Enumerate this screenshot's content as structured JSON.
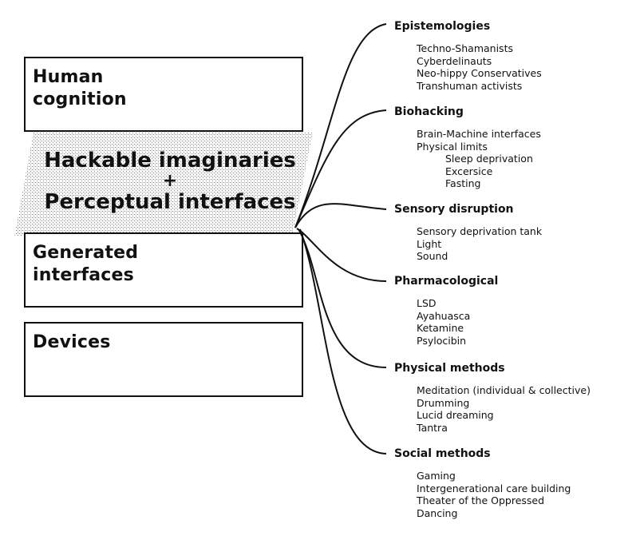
{
  "left_boxes": {
    "human_cognition": "Human\ncognition",
    "generated_interfaces": "Generated\ninterfaces",
    "devices": "Devices"
  },
  "band": {
    "line1": "Hackable imaginaries",
    "plus": "+",
    "line2": "Perceptual interfaces"
  },
  "categories": [
    {
      "title": "Epistemologies",
      "items": [
        {
          "text": "Techno-Shamanists",
          "level": 1
        },
        {
          "text": "Cyberdelinauts",
          "level": 1
        },
        {
          "text": "Neo-hippy Conservatives",
          "level": 1
        },
        {
          "text": "Transhuman activists",
          "level": 1
        }
      ]
    },
    {
      "title": "Biohacking",
      "items": [
        {
          "text": "Brain-Machine interfaces",
          "level": 1
        },
        {
          "text": "Physical limits",
          "level": 1
        },
        {
          "text": "Sleep deprivation",
          "level": 2
        },
        {
          "text": "Excersice",
          "level": 2
        },
        {
          "text": "Fasting",
          "level": 2
        }
      ]
    },
    {
      "title": "Sensory disruption",
      "items": [
        {
          "text": "Sensory deprivation tank",
          "level": 1
        },
        {
          "text": "Light",
          "level": 1
        },
        {
          "text": "Sound",
          "level": 1
        }
      ]
    },
    {
      "title": "Pharmacological",
      "items": [
        {
          "text": "LSD",
          "level": 1
        },
        {
          "text": "Ayahuasca",
          "level": 1
        },
        {
          "text": "Ketamine",
          "level": 1
        },
        {
          "text": "Psylocibin",
          "level": 1
        }
      ]
    },
    {
      "title": "Physical methods",
      "items": [
        {
          "text": "Meditation (individual & collective)",
          "level": 1
        },
        {
          "text": "Drumming",
          "level": 1
        },
        {
          "text": "Lucid dreaming",
          "level": 1
        },
        {
          "text": "Tantra",
          "level": 1
        }
      ]
    },
    {
      "title": "Social methods",
      "items": [
        {
          "text": "Gaming",
          "level": 1
        },
        {
          "text": "Intergenerational care building",
          "level": 1
        },
        {
          "text": "Theater of the Oppressed",
          "level": 1
        },
        {
          "text": "Dancing",
          "level": 1
        }
      ]
    }
  ]
}
